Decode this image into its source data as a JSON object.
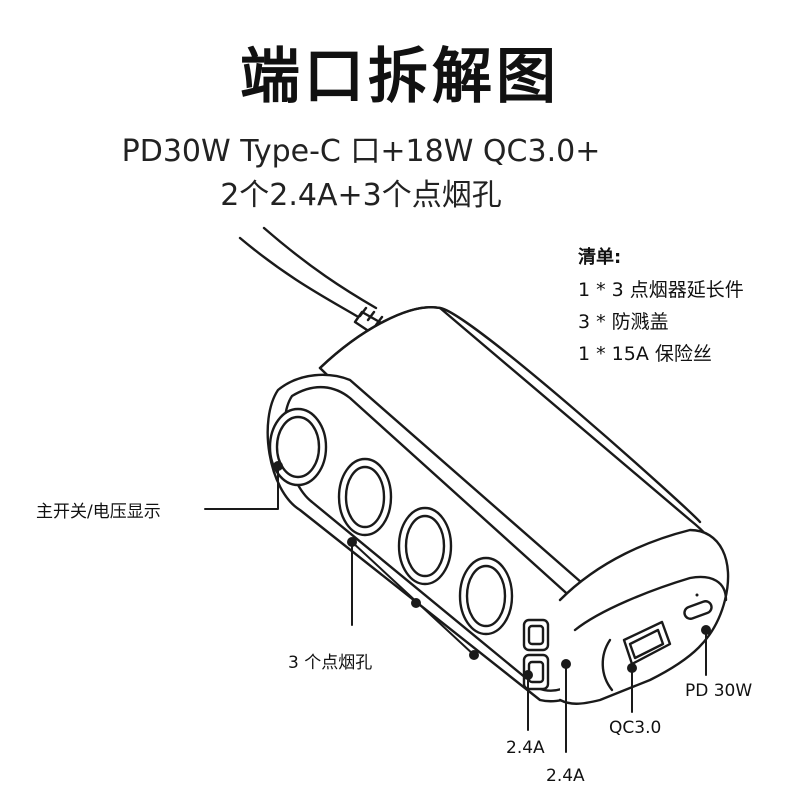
{
  "title": "端口拆解图",
  "subtitle_line1": "PD30W Type-C 口+18W QC3.0+",
  "subtitle_line2": "2个2.4A+3个点烟孔",
  "package_list": {
    "heading": "清单:",
    "items": [
      "1 * 3 点烟器延长件",
      "3 * 防溅盖",
      "1 * 15A 保险丝"
    ]
  },
  "callouts": {
    "main_switch": "主开关/电压显示",
    "sockets": "3 个点烟孔",
    "usb_a_1": "2.4A",
    "usb_a_2": "2.4A",
    "qc": "QC3.0",
    "pd": "PD 30W"
  },
  "colors": {
    "line": "#1a1a1a",
    "body": "#ffffff",
    "text": "#111111"
  }
}
